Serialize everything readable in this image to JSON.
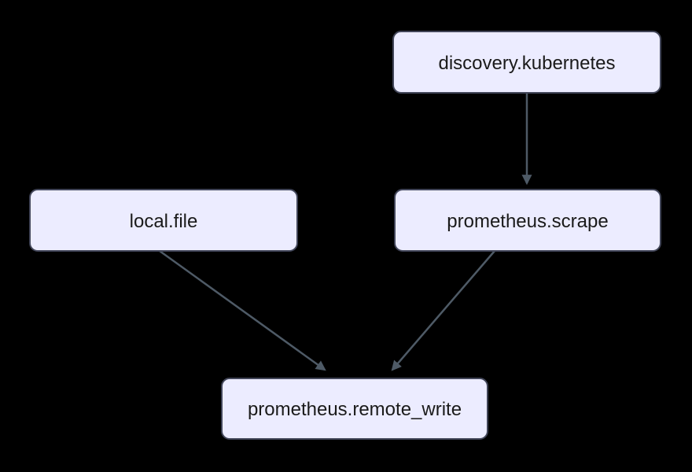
{
  "diagram": {
    "type": "flowchart",
    "direction": "top-down",
    "nodes": [
      {
        "id": "discovery.kubernetes",
        "label": "discovery.kubernetes"
      },
      {
        "id": "local.file",
        "label": "local.file"
      },
      {
        "id": "prometheus.scrape",
        "label": "prometheus.scrape"
      },
      {
        "id": "prometheus.remote_write",
        "label": "prometheus.remote_write"
      }
    ],
    "edges": [
      {
        "from": "discovery.kubernetes",
        "to": "prometheus.scrape"
      },
      {
        "from": "local.file",
        "to": "prometheus.remote_write"
      },
      {
        "from": "prometheus.scrape",
        "to": "prometheus.remote_write"
      }
    ]
  },
  "colors": {
    "background": "#000000",
    "node_fill": "#ececff",
    "node_border": "#414558",
    "edge": "#4e5a66",
    "text": "#1a1a1a"
  }
}
